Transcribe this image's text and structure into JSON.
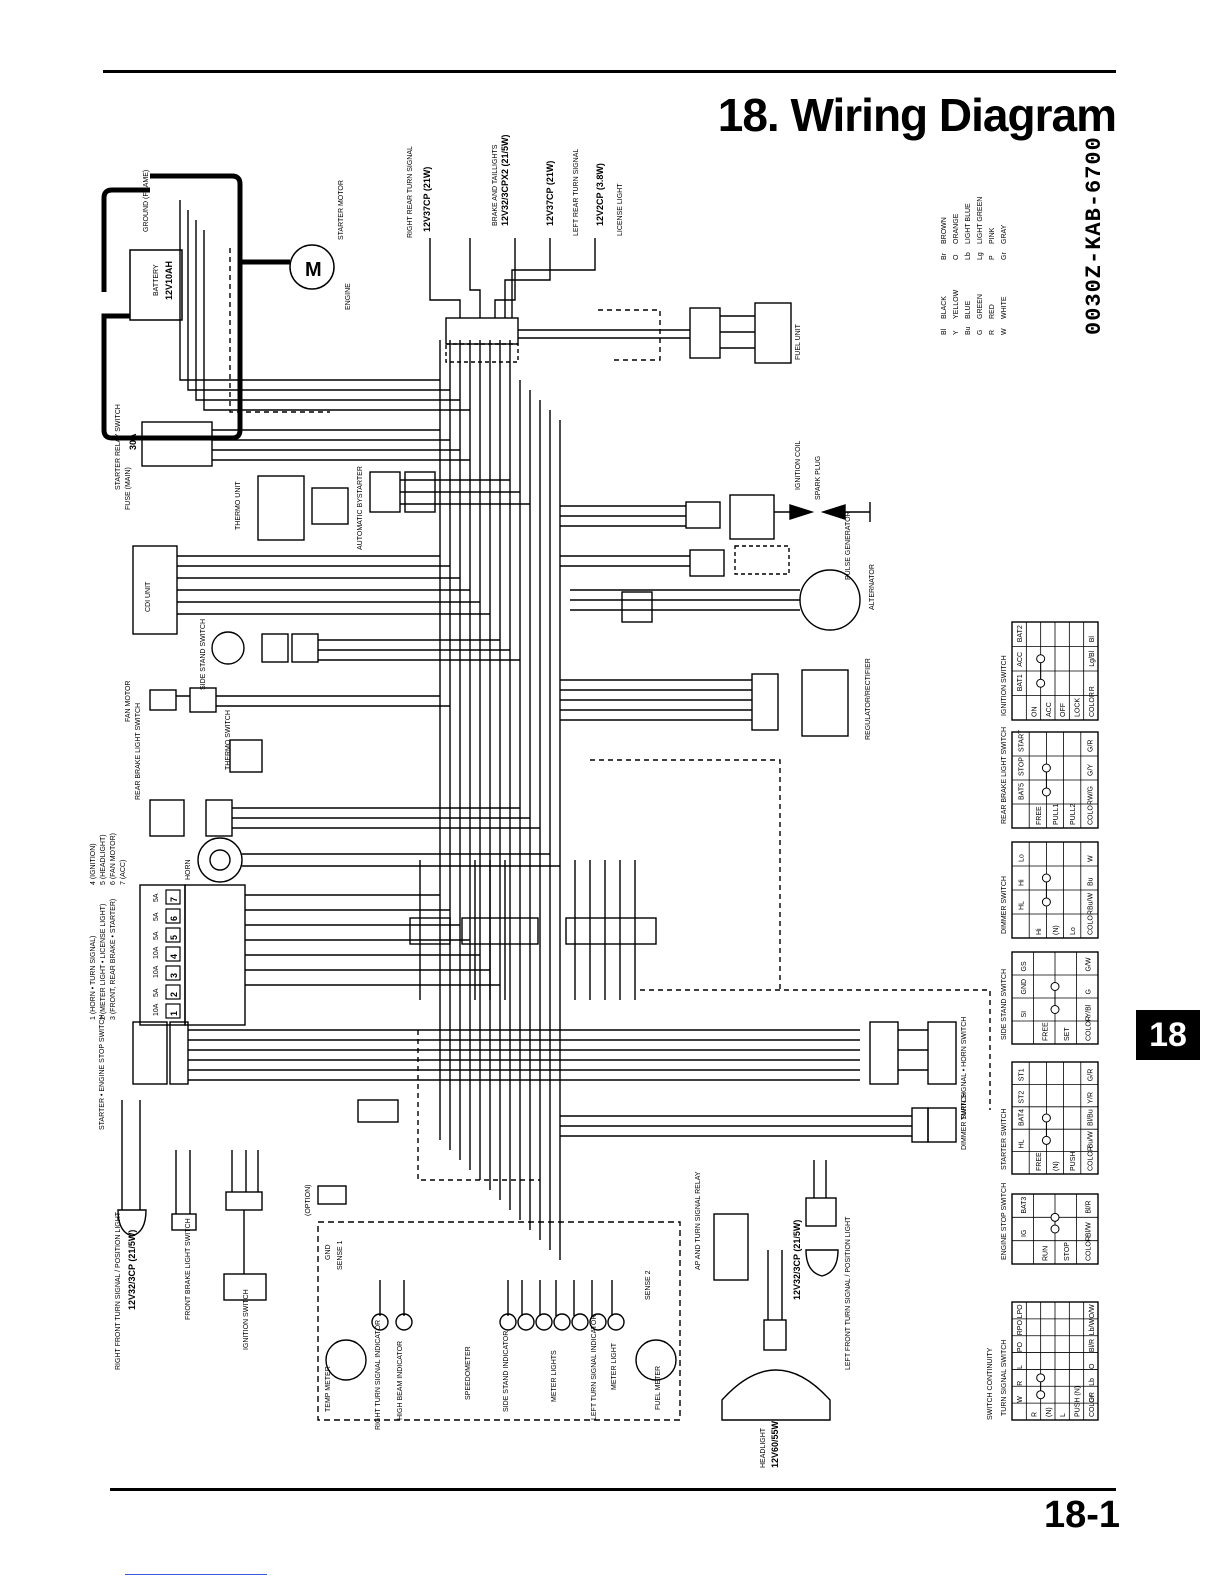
{
  "header": {
    "title": "18. Wiring Diagram",
    "doc_code": "0030Z-KAB-6700"
  },
  "footer": {
    "page_number": "18-1",
    "chapter_tab": "18"
  },
  "color_legend": [
    {
      "code": "Bl",
      "name": "BLACK"
    },
    {
      "code": "Y",
      "name": "YELLOW"
    },
    {
      "code": "Bu",
      "name": "BLUE"
    },
    {
      "code": "G",
      "name": "GREEN"
    },
    {
      "code": "R",
      "name": "RED"
    },
    {
      "code": "W",
      "name": "WHITE"
    },
    {
      "code": "Br",
      "name": "BROWN"
    },
    {
      "code": "O",
      "name": "ORANGE"
    },
    {
      "code": "Lb",
      "name": "LIGHT BLUE"
    },
    {
      "code": "Lg",
      "name": "LIGHT GREEN"
    },
    {
      "code": "P",
      "name": "PINK"
    },
    {
      "code": "Gr",
      "name": "GRAY"
    }
  ],
  "components": {
    "battery": "BATTERY",
    "battery_spec": "12V10AH",
    "ground": "GROUND (FRAME)",
    "starter_motor": "STARTER MOTOR",
    "engine": "ENGINE",
    "starter_relay": "STARTER RELAY SWITCH",
    "fuse_main": "FUSE (MAIN)",
    "fuse_main_rating": "30A",
    "thermo_unit": "THERMO UNIT",
    "auto_bystarter": "AUTOMATIC BYSTARTER",
    "cdi_unit": "CDI UNIT",
    "side_stand_switch": "SIDE STAND SWITCH",
    "fan_motor": "FAN MOTOR",
    "thermo_switch": "THERMO SWITCH",
    "rear_brake_switch": "REAR BRAKE LIGHT SWITCH",
    "horn": "HORN",
    "ignition_coil": "IGNITION COIL",
    "spark_plug": "SPARK PLUG",
    "pulse_generator": "PULSE GENERATOR",
    "alternator": "ALTERNATOR",
    "regulator": "REGULATOR/RECTIFIER",
    "fuel_unit": "FUEL UNIT",
    "rr_turn": "RIGHT REAR TURN SIGNAL",
    "rr_turn_spec": "12V37CP (21W)",
    "brake_tail": "BRAKE AND TAILLIGHTS",
    "brake_tail_spec": "12V32/3CPX2 (21/5W)",
    "lr_turn": "LEFT REAR TURN SIGNAL",
    "lr_turn_spec": "12V37CP (21W)",
    "license": "LICENSE LIGHT",
    "license_spec": "12V2CP (3.8W)",
    "fuse_1": "1 (HORN • TURN SIGNAL)",
    "fuse_2": "2 (METER LIGHT • LICENSE LIGHT)",
    "fuse_3": "3 (FRONT, REAR BRAKE • STARTER)",
    "fuse_4": "4 (IGNITION)",
    "fuse_5": "5 (HEADLIGHT)",
    "fuse_6": "6 (FAN MOTOR)",
    "fuse_7": "7 (ACC)",
    "starter_engine_stop": "STARTER • ENGINE STOP SWITCH",
    "rf_turn": "RIGHT FRONT TURN SIGNAL / POSITION LIGHT",
    "rf_turn_spec": "12V32/3CP (21/5W)",
    "front_brake_switch": "FRONT BRAKE LIGHT SWITCH",
    "ignition_switch": "IGNITION SWITCH",
    "temp_meter": "TEMP METER",
    "rt_indicator": "RIGHT TURN SIGNAL INDICATOR",
    "hb_indicator": "HIGH BEAM INDICATOR",
    "speedometer": "SPEEDOMETER",
    "ss_indicator": "SIDE STAND INDICATOR",
    "meter_lights": "METER LIGHTS",
    "lt_indicator": "LEFT TURN SIGNAL INDICATOR",
    "meter_light": "METER LIGHT",
    "fuel_meter": "FUEL METER",
    "headlight": "HEADLIGHT",
    "headlight_spec": "12V60/55W",
    "turn_relay": "AP AND TURN SIGNAL RELAY",
    "lf_turn": "LEFT FRONT TURN SIGNAL / POSITION LIGHT",
    "lf_turn_spec": "12V32/3CP (21/5W)",
    "turn_horn_switch": "TURN SIGNAL • HORN SWITCH",
    "dimmer_switch": "DIMMER SWITCH",
    "option": "(OPTION)",
    "ground_label": "GND",
    "sense1": "SENSE 1",
    "sense2": "SENSE 2"
  },
  "fuse_box": {
    "ratings": [
      "10A",
      "5A",
      "10A",
      "10A",
      "5A",
      "5A",
      "5A"
    ],
    "numbers": [
      "1",
      "2",
      "3",
      "4",
      "5",
      "6",
      "7"
    ]
  },
  "switch_tables": [
    {
      "title": "IGNITION SWITCH",
      "cols": [
        "",
        "BAT1",
        "ACC",
        "BAT2"
      ],
      "rows": [
        "ON",
        "ACC",
        "OFF",
        "LOCK",
        "COLOR"
      ],
      "colors": [
        "",
        "R",
        "Lg/Bl",
        "Bl"
      ]
    },
    {
      "title": "REAR BRAKE LIGHT SWITCH",
      "cols": [
        "",
        "BAT5",
        "STOP",
        "START"
      ],
      "rows": [
        "FREE",
        "PULL1",
        "PULL2",
        "COLOR"
      ],
      "colors": [
        "",
        "W/G",
        "G/Y",
        "G/R"
      ]
    },
    {
      "title": "DIMMER SWITCH",
      "cols": [
        "",
        "HL",
        "Hi",
        "Lo"
      ],
      "rows": [
        "Hi",
        "(N)",
        "Lo",
        "COLOR"
      ],
      "colors": [
        "",
        "Bu/W",
        "Bu",
        "W"
      ]
    },
    {
      "title": "SIDE STAND SWITCH",
      "cols": [
        "",
        "SI",
        "GND",
        "GS"
      ],
      "rows": [
        "FREE",
        "SET",
        "COLOR"
      ],
      "colors": [
        "",
        "Y/Bl",
        "G",
        "G/W"
      ]
    },
    {
      "title": "STARTER SWITCH",
      "cols": [
        "",
        "HL",
        "BAT4",
        "ST2",
        "ST1"
      ],
      "rows": [
        "FREE",
        "(N)",
        "PUSH",
        "COLOR"
      ],
      "colors": [
        "",
        "Bu/W",
        "Bl/Bu",
        "Y/R",
        "G/R"
      ]
    },
    {
      "title": "ENGINE STOP SWITCH",
      "cols": [
        "",
        "IG",
        "BAT3"
      ],
      "rows": [
        "RUN",
        "STOP",
        "COLOR"
      ],
      "colors": [
        "",
        "Bl/W",
        "Bl/R"
      ]
    },
    {
      "title": "TURN SIGNAL SWITCH",
      "cols": [
        "",
        "W",
        "R",
        "L",
        "PO",
        "RPO",
        "LPO"
      ],
      "rows": [
        "R",
        "(N)",
        "L",
        "PUSH (N)",
        "COLOR"
      ],
      "colors": [
        "",
        "Gr",
        "Lb",
        "O",
        "Bl/R",
        "Lb/W",
        "O/W"
      ]
    }
  ],
  "switch_continuity_label": "SWITCH CONTINUITY"
}
